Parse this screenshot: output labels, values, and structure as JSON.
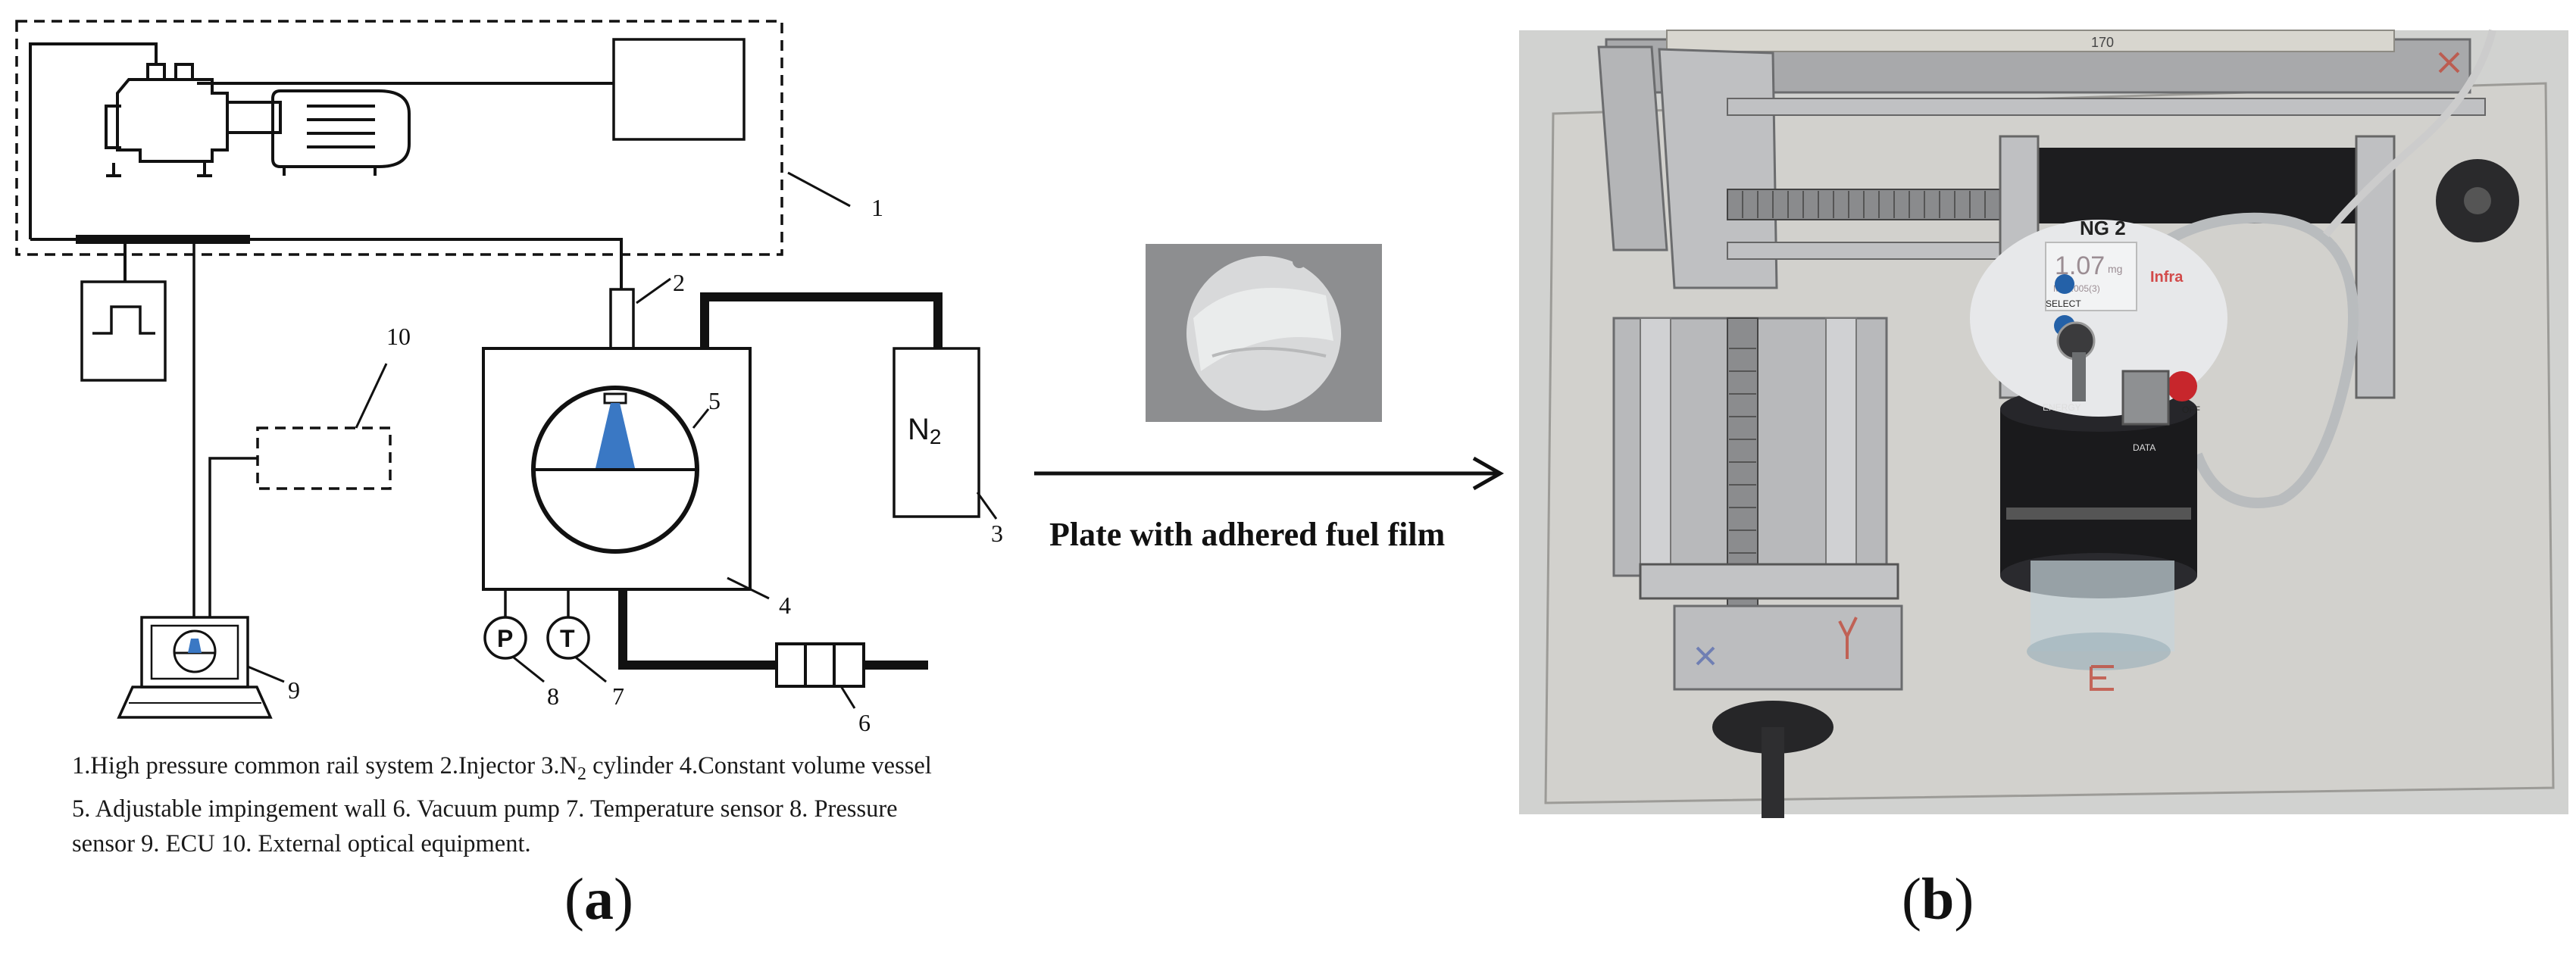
{
  "schematic": {
    "callouts": [
      "1",
      "2",
      "3",
      "4",
      "5",
      "6",
      "7",
      "8",
      "9",
      "10"
    ],
    "n2_label": "N",
    "n2_sub": "2",
    "pressure_gauge": "P",
    "temperature_gauge": "T"
  },
  "legend": {
    "line1_a": "1.High pressure common rail system  2.Injector  3.N",
    "line1_sub": "2",
    "line1_b": " cylinder 4.Constant volume vessel",
    "line2": "5. Adjustable impingement wall  6. Vacuum pump 7. Temperature sensor  8. Pressure",
    "line3": "sensor  9. ECU  10. External optical equipment."
  },
  "arrow_caption": "Plate with adhered fuel film",
  "photo": {
    "device_title": "NG 2",
    "device_reading": "1.07",
    "device_unit": "mg",
    "device_subreading": "M=0.005(3)",
    "brand": "Infra",
    "btn_select": "SELECT",
    "btn_energy": "ENERGY",
    "btn_data": "DATA",
    "btn_off": "OFF",
    "scale_mark": "170"
  },
  "panel_labels": {
    "a": "a",
    "b": "b"
  },
  "colors": {
    "spray": "#3a78c4",
    "line": "#111111",
    "photo_bg": "#c9cacb"
  }
}
